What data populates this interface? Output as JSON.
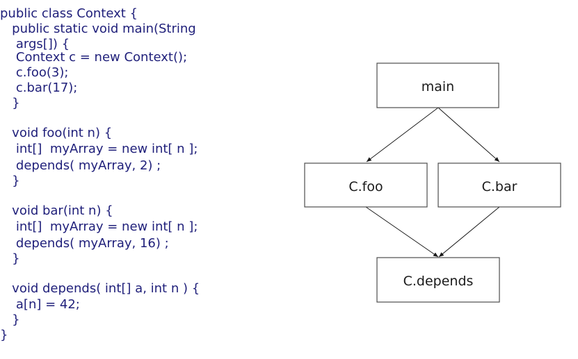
{
  "code": {
    "lines": [
      "public class Context {",
      "   public static void main(String",
      "    args[]) {",
      "    Context c = new Context();",
      "    c.foo(3);",
      "    c.bar(17);",
      "   }",
      "",
      "   void foo(int n) {",
      "    int[]  myArray = new int[ n ];",
      "    depends( myArray, 2) ;",
      "   }",
      "",
      "   void bar(int n) {",
      "    int[]  myArray = new int[ n ];",
      "    depends( myArray, 16) ;",
      "   }",
      "",
      "   void depends( int[] a, int n ) {",
      "    a[n] = 42;",
      "   }",
      "}"
    ]
  },
  "graph": {
    "nodes": {
      "main": "main",
      "foo": "C.foo",
      "bar": "C.bar",
      "depends": "C.depends"
    },
    "edges": [
      {
        "from": "main",
        "to": "foo"
      },
      {
        "from": "main",
        "to": "bar"
      },
      {
        "from": "foo",
        "to": "depends"
      },
      {
        "from": "bar",
        "to": "depends"
      }
    ]
  }
}
